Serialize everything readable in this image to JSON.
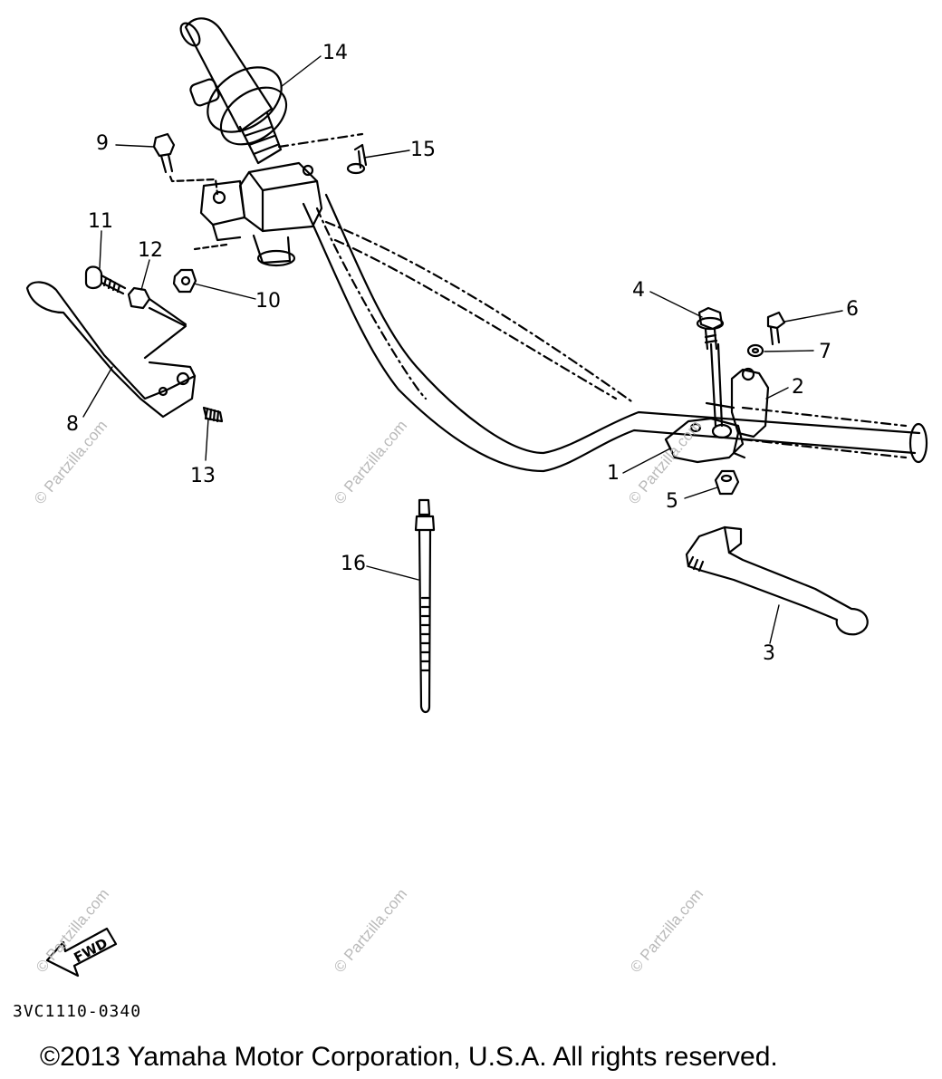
{
  "parts": [
    {
      "key": "p1",
      "label": "1"
    },
    {
      "key": "p2",
      "label": "2"
    },
    {
      "key": "p3",
      "label": "3"
    },
    {
      "key": "p4",
      "label": "4"
    },
    {
      "key": "p5",
      "label": "5"
    },
    {
      "key": "p6",
      "label": "6"
    },
    {
      "key": "p7",
      "label": "7"
    },
    {
      "key": "p8",
      "label": "8"
    },
    {
      "key": "p9",
      "label": "9"
    },
    {
      "key": "p10",
      "label": "10"
    },
    {
      "key": "p11",
      "label": "11"
    },
    {
      "key": "p12",
      "label": "12"
    },
    {
      "key": "p13",
      "label": "13"
    },
    {
      "key": "p14",
      "label": "14"
    },
    {
      "key": "p15",
      "label": "15"
    },
    {
      "key": "p16",
      "label": "16"
    }
  ],
  "direction_indicator": "FWD",
  "drawing_code": "3VC1110-0340",
  "copyright": "©2013 Yamaha Motor Corporation, U.S.A. All rights reserved.",
  "watermark": "© Partzilla.com",
  "colors": {
    "line": "#000000",
    "watermark": "#b9b9b9",
    "background": "#ffffff"
  }
}
